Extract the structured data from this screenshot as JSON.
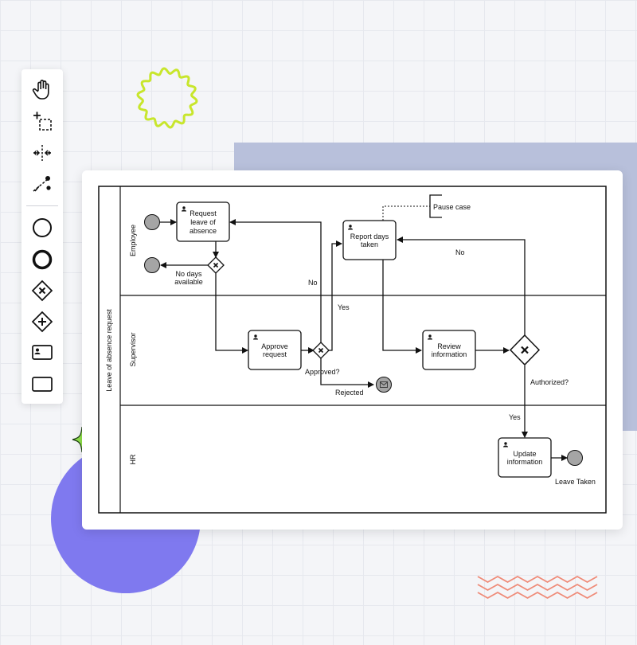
{
  "toolbar": {
    "tools": [
      {
        "name": "hand-tool",
        "icon": "hand-icon"
      },
      {
        "name": "lasso-tool",
        "icon": "lasso-icon"
      },
      {
        "name": "space-tool",
        "icon": "space-icon"
      },
      {
        "name": "connect-tool",
        "icon": "connect-icon"
      },
      {
        "name": "start-event-tool",
        "icon": "start-event-icon"
      },
      {
        "name": "end-event-tool",
        "icon": "end-event-icon"
      },
      {
        "name": "exclusive-gateway-tool",
        "icon": "exclusive-gateway-icon"
      },
      {
        "name": "parallel-gateway-tool",
        "icon": "parallel-gateway-icon"
      },
      {
        "name": "user-task-tool",
        "icon": "user-task-icon"
      },
      {
        "name": "task-tool",
        "icon": "task-icon"
      }
    ]
  },
  "diagram": {
    "pool_label": "Leave of absence request",
    "lanes": {
      "employee": "Employee",
      "supervisor": "Supervisor",
      "hr": "HR"
    },
    "tasks": {
      "request_leave": [
        "Request",
        "leave of",
        "absence"
      ],
      "report_days": [
        "Report days",
        "taken"
      ],
      "approve_request": [
        "Approve",
        "request"
      ],
      "review_information": [
        "Review",
        "information"
      ],
      "update_information": [
        "Update",
        "information"
      ]
    },
    "labels": {
      "no_days": [
        "No days",
        "available"
      ],
      "pause_case": "Pause case",
      "no_top": "No",
      "no_left": "No",
      "yes_top": "Yes",
      "approved": "Approved?",
      "rejected": "Rejected",
      "authorized": "Authorized?",
      "yes_bottom": "Yes",
      "leave_taken": "Leave Taken"
    }
  },
  "colors": {
    "accent_lime": "#c8e62c",
    "accent_purple": "#7f79ef",
    "accent_coral": "#ef8b78",
    "back_panel": "#b8c0db"
  }
}
